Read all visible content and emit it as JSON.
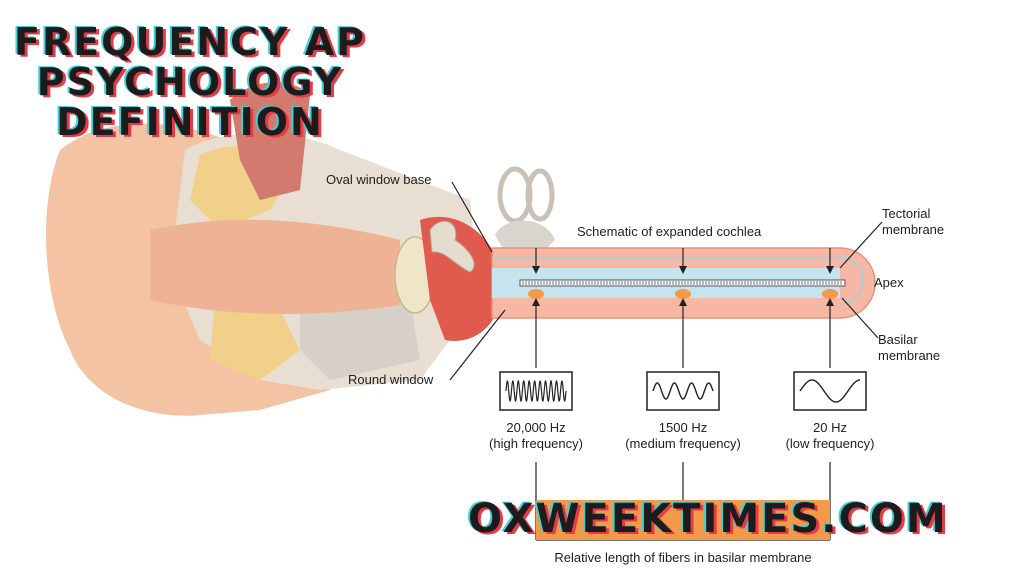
{
  "title": "FREQUENCY AP PSYCHOLOGY DEFINITION",
  "website": "OXWEEKTIMES.COM",
  "labels": {
    "oval_window": "Oval window base",
    "round_window": "Round window",
    "schematic": "Schematic of expanded cochlea",
    "tectorial_1": "Tectorial",
    "tectorial_2": "membrane",
    "apex": "Apex",
    "basilar_1": "Basilar",
    "basilar_2": "membrane",
    "relative_length": "Relative length of fibers in basilar membrane"
  },
  "frequencies": [
    {
      "hz": "20,000 Hz",
      "desc": "(high frequency)"
    },
    {
      "hz": "1500 Hz",
      "desc": "(medium frequency)"
    },
    {
      "hz": "20 Hz",
      "desc": "(low frequency)"
    }
  ],
  "colors": {
    "skin": "#f3c3a3",
    "cochlea_fill": "#f6b7a4",
    "cochlea_border": "#e9917d",
    "membrane": "#c5e4ee",
    "orange_bar": "#f29a4a",
    "bone": "#d9d4cd",
    "fat": "#f1d089",
    "title_red": "#e63a46",
    "title_cyan": "#3fd0d8"
  }
}
